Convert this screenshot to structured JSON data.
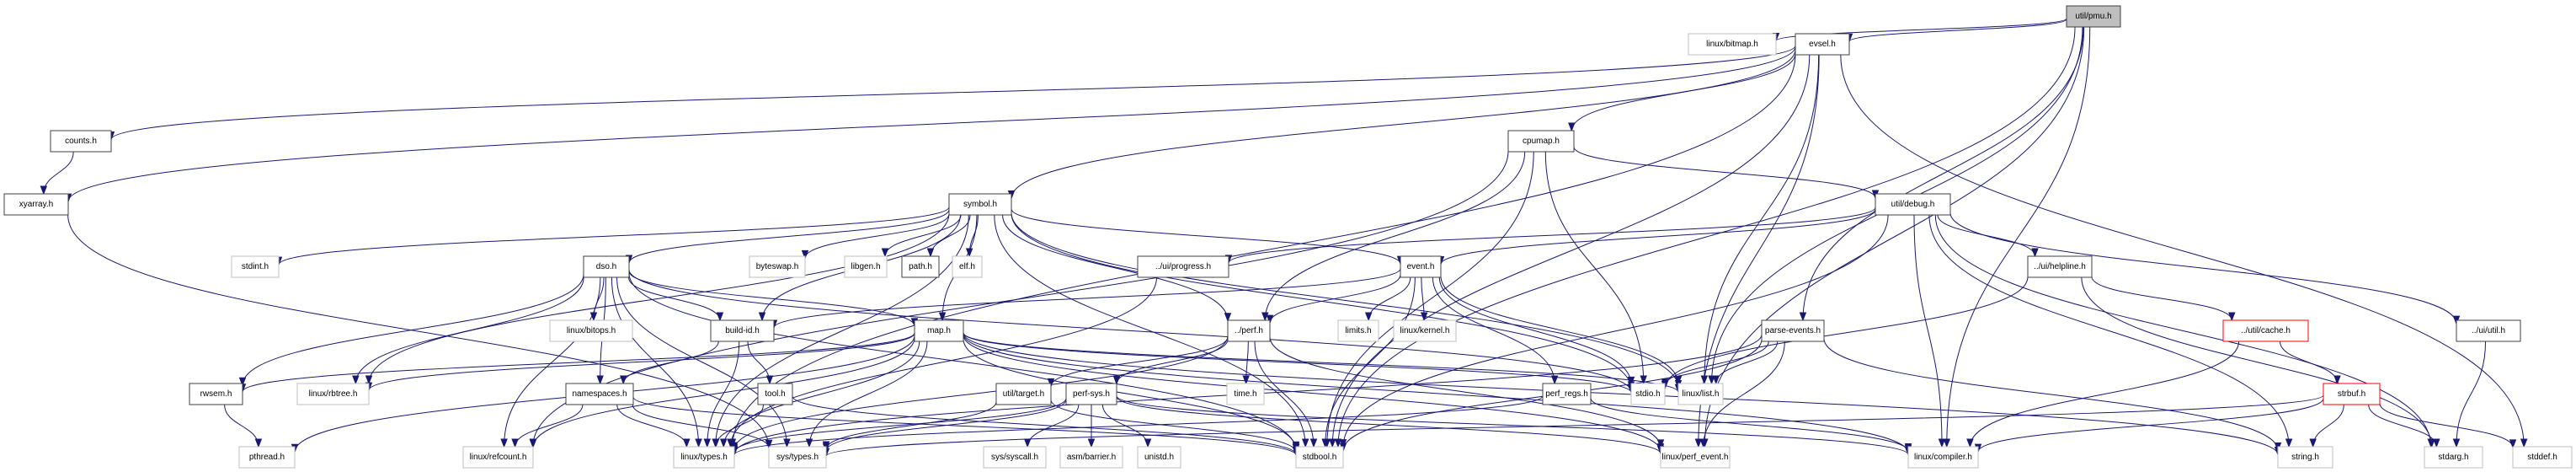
{
  "title": "util/pmu.h include dependency graph",
  "colors": {
    "edge": "#191970",
    "root_fill": "#bfbfbf",
    "internal_border": "#404040",
    "external_border": "#bfbfbf",
    "truncated_border": "#ff0000"
  },
  "nodes": [
    {
      "id": "pmu",
      "label": "util/pmu.h",
      "kind": "root"
    },
    {
      "id": "bitmap",
      "label": "linux/bitmap.h",
      "kind": "external"
    },
    {
      "id": "evsel",
      "label": "evsel.h",
      "kind": "internal"
    },
    {
      "id": "counts",
      "label": "counts.h",
      "kind": "internal"
    },
    {
      "id": "xyarray",
      "label": "xyarray.h",
      "kind": "internal"
    },
    {
      "id": "cpumap",
      "label": "cpumap.h",
      "kind": "internal"
    },
    {
      "id": "symbol",
      "label": "symbol.h",
      "kind": "internal"
    },
    {
      "id": "debug",
      "label": "util/debug.h",
      "kind": "internal"
    },
    {
      "id": "stdint",
      "label": "stdint.h",
      "kind": "external"
    },
    {
      "id": "byteswap",
      "label": "byteswap.h",
      "kind": "external"
    },
    {
      "id": "libgen",
      "label": "libgen.h",
      "kind": "external"
    },
    {
      "id": "path",
      "label": "path.h",
      "kind": "internal"
    },
    {
      "id": "elf",
      "label": "elf.h",
      "kind": "external"
    },
    {
      "id": "progress",
      "label": "../ui/progress.h",
      "kind": "internal"
    },
    {
      "id": "event",
      "label": "event.h",
      "kind": "internal"
    },
    {
      "id": "helpline",
      "label": "../ui/helpline.h",
      "kind": "internal"
    },
    {
      "id": "dso",
      "label": "dso.h",
      "kind": "internal"
    },
    {
      "id": "bitops",
      "label": "linux/bitops.h",
      "kind": "external"
    },
    {
      "id": "buildid",
      "label": "build-id.h",
      "kind": "internal"
    },
    {
      "id": "map",
      "label": "map.h",
      "kind": "internal"
    },
    {
      "id": "perf",
      "label": "../perf.h",
      "kind": "internal"
    },
    {
      "id": "limits",
      "label": "limits.h",
      "kind": "external"
    },
    {
      "id": "kernel",
      "label": "linux/kernel.h",
      "kind": "external"
    },
    {
      "id": "parseevents",
      "label": "parse-events.h",
      "kind": "internal"
    },
    {
      "id": "cache",
      "label": "../util/cache.h",
      "kind": "truncated"
    },
    {
      "id": "uiutil",
      "label": "../ui/util.h",
      "kind": "internal"
    },
    {
      "id": "rwsem",
      "label": "rwsem.h",
      "kind": "internal"
    },
    {
      "id": "rbtree",
      "label": "linux/rbtree.h",
      "kind": "external"
    },
    {
      "id": "namespaces",
      "label": "namespaces.h",
      "kind": "internal"
    },
    {
      "id": "tool",
      "label": "tool.h",
      "kind": "internal"
    },
    {
      "id": "target",
      "label": "util/target.h",
      "kind": "internal"
    },
    {
      "id": "perfsys",
      "label": "perf-sys.h",
      "kind": "internal"
    },
    {
      "id": "time",
      "label": "time.h",
      "kind": "external"
    },
    {
      "id": "perfregs",
      "label": "perf_regs.h",
      "kind": "internal"
    },
    {
      "id": "stdio",
      "label": "stdio.h",
      "kind": "external"
    },
    {
      "id": "list",
      "label": "linux/list.h",
      "kind": "external"
    },
    {
      "id": "strbuf",
      "label": "strbuf.h",
      "kind": "truncated"
    },
    {
      "id": "pthread",
      "label": "pthread.h",
      "kind": "external"
    },
    {
      "id": "refcount",
      "label": "linux/refcount.h",
      "kind": "external"
    },
    {
      "id": "ltypes",
      "label": "linux/types.h",
      "kind": "external"
    },
    {
      "id": "systypes",
      "label": "sys/types.h",
      "kind": "external"
    },
    {
      "id": "syscall",
      "label": "sys/syscall.h",
      "kind": "external"
    },
    {
      "id": "barrier",
      "label": "asm/barrier.h",
      "kind": "external"
    },
    {
      "id": "unistd",
      "label": "unistd.h",
      "kind": "external"
    },
    {
      "id": "stdbool",
      "label": "stdbool.h",
      "kind": "external"
    },
    {
      "id": "perfevent",
      "label": "linux/perf_event.h",
      "kind": "external"
    },
    {
      "id": "compiler",
      "label": "linux/compiler.h",
      "kind": "external"
    },
    {
      "id": "string",
      "label": "string.h",
      "kind": "external"
    },
    {
      "id": "stdarg",
      "label": "stdarg.h",
      "kind": "external"
    },
    {
      "id": "stddef",
      "label": "stddef.h",
      "kind": "external"
    }
  ],
  "edges": [
    [
      "pmu",
      "bitmap"
    ],
    [
      "pmu",
      "evsel"
    ],
    [
      "pmu",
      "parseevents"
    ],
    [
      "pmu",
      "list"
    ],
    [
      "pmu",
      "stdbool"
    ],
    [
      "pmu",
      "perfevent"
    ],
    [
      "pmu",
      "compiler"
    ],
    [
      "evsel",
      "counts"
    ],
    [
      "evsel",
      "xyarray"
    ],
    [
      "evsel",
      "cpumap"
    ],
    [
      "evsel",
      "symbol"
    ],
    [
      "evsel",
      "list"
    ],
    [
      "evsel",
      "stdbool"
    ],
    [
      "evsel",
      "stddef"
    ],
    [
      "evsel",
      "perfevent"
    ],
    [
      "evsel",
      "ltypes"
    ],
    [
      "counts",
      "xyarray"
    ],
    [
      "xyarray",
      "systypes"
    ],
    [
      "cpumap",
      "debug"
    ],
    [
      "cpumap",
      "perf"
    ],
    [
      "cpumap",
      "stdio"
    ],
    [
      "cpumap",
      "stdbool"
    ],
    [
      "cpumap",
      "refcount"
    ],
    [
      "symbol",
      "stdint"
    ],
    [
      "symbol",
      "byteswap"
    ],
    [
      "symbol",
      "libgen"
    ],
    [
      "symbol",
      "path"
    ],
    [
      "symbol",
      "elf"
    ],
    [
      "symbol",
      "dso"
    ],
    [
      "symbol",
      "buildid"
    ],
    [
      "symbol",
      "map"
    ],
    [
      "symbol",
      "event"
    ],
    [
      "symbol",
      "perf"
    ],
    [
      "symbol",
      "rbtree"
    ],
    [
      "symbol",
      "list"
    ],
    [
      "symbol",
      "stdio"
    ],
    [
      "symbol",
      "stdbool"
    ],
    [
      "symbol",
      "ltypes"
    ],
    [
      "debug",
      "progress"
    ],
    [
      "debug",
      "event"
    ],
    [
      "debug",
      "helpline"
    ],
    [
      "debug",
      "uiutil"
    ],
    [
      "debug",
      "stdbool"
    ],
    [
      "debug",
      "string"
    ],
    [
      "debug",
      "compiler"
    ],
    [
      "debug",
      "stdarg"
    ],
    [
      "event",
      "perf"
    ],
    [
      "event",
      "buildid"
    ],
    [
      "event",
      "limits"
    ],
    [
      "event",
      "kernel"
    ],
    [
      "event",
      "stdio"
    ],
    [
      "event",
      "list"
    ],
    [
      "event",
      "perfregs"
    ],
    [
      "event",
      "stdbool"
    ],
    [
      "helpline",
      "cache"
    ],
    [
      "helpline",
      "stdio"
    ],
    [
      "helpline",
      "stdarg"
    ],
    [
      "cache",
      "strbuf"
    ],
    [
      "cache",
      "compiler"
    ],
    [
      "uiutil",
      "stdarg"
    ],
    [
      "strbuf",
      "string"
    ],
    [
      "strbuf",
      "stdarg"
    ],
    [
      "strbuf",
      "stddef"
    ],
    [
      "strbuf",
      "compiler"
    ],
    [
      "strbuf",
      "systypes"
    ],
    [
      "dso",
      "bitops"
    ],
    [
      "dso",
      "buildid"
    ],
    [
      "dso",
      "map"
    ],
    [
      "dso",
      "rwsem"
    ],
    [
      "dso",
      "rbtree"
    ],
    [
      "dso",
      "refcount"
    ],
    [
      "dso",
      "ltypes"
    ],
    [
      "dso",
      "systypes"
    ],
    [
      "dso",
      "stdio"
    ],
    [
      "dso",
      "stdbool"
    ],
    [
      "dso",
      "namespaces"
    ],
    [
      "buildid",
      "namespaces"
    ],
    [
      "buildid",
      "tool"
    ],
    [
      "buildid",
      "ltypes"
    ],
    [
      "map",
      "rbtree"
    ],
    [
      "map",
      "rwsem"
    ],
    [
      "map",
      "pthread"
    ],
    [
      "map",
      "refcount"
    ],
    [
      "map",
      "ltypes"
    ],
    [
      "map",
      "systypes"
    ],
    [
      "map",
      "stdio"
    ],
    [
      "map",
      "list"
    ],
    [
      "map",
      "stdbool"
    ],
    [
      "map",
      "string"
    ],
    [
      "map",
      "compiler"
    ],
    [
      "map",
      "perfevent"
    ],
    [
      "rwsem",
      "pthread"
    ],
    [
      "namespaces",
      "refcount"
    ],
    [
      "namespaces",
      "ltypes"
    ],
    [
      "namespaces",
      "systypes"
    ],
    [
      "namespaces",
      "stdbool"
    ],
    [
      "tool",
      "ltypes"
    ],
    [
      "tool",
      "stdbool"
    ],
    [
      "perf",
      "time"
    ],
    [
      "perf",
      "stdbool"
    ],
    [
      "perf",
      "target"
    ],
    [
      "perf",
      "perfsys"
    ],
    [
      "perf",
      "ltypes"
    ],
    [
      "perf",
      "perfevent"
    ],
    [
      "target",
      "systypes"
    ],
    [
      "target",
      "stdbool"
    ],
    [
      "perfsys",
      "syscall"
    ],
    [
      "perfsys",
      "barrier"
    ],
    [
      "perfsys",
      "unistd"
    ],
    [
      "perfsys",
      "ltypes"
    ],
    [
      "perfsys",
      "systypes"
    ],
    [
      "perfsys",
      "perfevent"
    ],
    [
      "perfsys",
      "compiler"
    ],
    [
      "perfregs",
      "ltypes"
    ],
    [
      "perfregs",
      "compiler"
    ],
    [
      "parseevents",
      "list"
    ],
    [
      "parseevents",
      "stdio"
    ],
    [
      "parseevents",
      "stdbool"
    ],
    [
      "parseevents",
      "ltypes"
    ],
    [
      "parseevents",
      "perfevent"
    ],
    [
      "parseevents",
      "string"
    ],
    [
      "progress",
      "ltypes"
    ]
  ]
}
